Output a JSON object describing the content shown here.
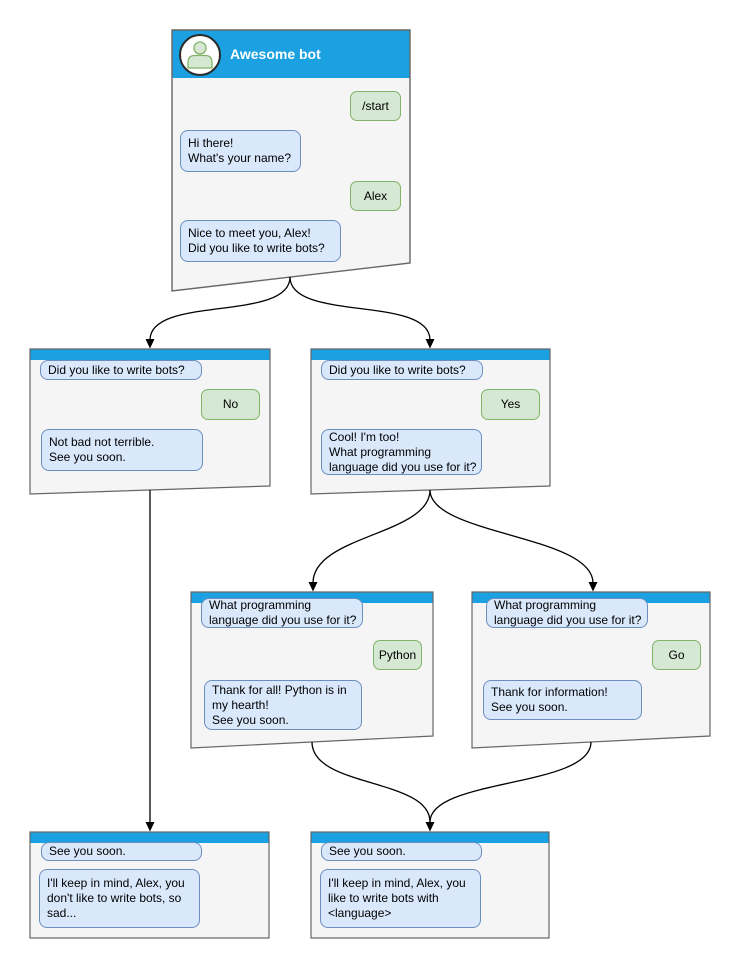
{
  "diagram": {
    "type": "chatbot-conversation-flow",
    "colors": {
      "header_blue": "#1ba1e2",
      "box_fill": "#f5f5f5",
      "box_border": "#666666",
      "bot_bubble_fill": "#dae8fc",
      "bot_bubble_border": "#6c8ebf",
      "user_bubble_fill": "#d5e8d4",
      "user_bubble_border": "#82b366",
      "connector": "#000000"
    },
    "nodes": [
      {
        "id": "start",
        "title": "Awesome bot",
        "avatar": "person-icon",
        "messages": [
          {
            "from": "user",
            "text": "/start"
          },
          {
            "from": "bot",
            "text": "Hi there!\nWhat's your name?"
          },
          {
            "from": "user",
            "text": "Alex"
          },
          {
            "from": "bot",
            "text": "Nice to meet you, Alex!\nDid you like to write bots?"
          }
        ]
      },
      {
        "id": "branch-no",
        "messages": [
          {
            "from": "bot",
            "text": "Did you like to write bots?"
          },
          {
            "from": "user",
            "text": "No"
          },
          {
            "from": "bot",
            "text": "Not bad not terrible.\nSee you soon."
          }
        ]
      },
      {
        "id": "branch-yes",
        "messages": [
          {
            "from": "bot",
            "text": "Did you like to write bots?"
          },
          {
            "from": "user",
            "text": "Yes"
          },
          {
            "from": "bot",
            "text": "Cool! I'm too!\nWhat programming\nlanguage did you use for it?"
          }
        ]
      },
      {
        "id": "python",
        "messages": [
          {
            "from": "bot",
            "text": "What programming\nlanguage did you use for it?"
          },
          {
            "from": "user",
            "text": "Python"
          },
          {
            "from": "bot",
            "text": "Thank for all! Python is in\nmy hearth!\nSee you soon."
          }
        ]
      },
      {
        "id": "go",
        "messages": [
          {
            "from": "bot",
            "text": "What programming\nlanguage did you use for it?"
          },
          {
            "from": "user",
            "text": "Go"
          },
          {
            "from": "bot",
            "text": "Thank for information!\nSee you soon."
          }
        ]
      },
      {
        "id": "end-no",
        "messages": [
          {
            "from": "bot",
            "text": "See you soon."
          },
          {
            "from": "bot",
            "text": "I'll keep in mind, Alex, you\ndon't like to write bots, so\nsad..."
          }
        ]
      },
      {
        "id": "end-yes",
        "messages": [
          {
            "from": "bot",
            "text": "See you soon."
          },
          {
            "from": "bot",
            "text": "I'll keep in mind, Alex, you\nlike to write bots with\n<language>"
          }
        ]
      }
    ],
    "edges": [
      {
        "from": "start",
        "to": "branch-no"
      },
      {
        "from": "start",
        "to": "branch-yes"
      },
      {
        "from": "branch-no",
        "to": "end-no"
      },
      {
        "from": "branch-yes",
        "to": "python"
      },
      {
        "from": "branch-yes",
        "to": "go"
      },
      {
        "from": "python",
        "to": "end-yes"
      },
      {
        "from": "go",
        "to": "end-yes"
      }
    ]
  }
}
